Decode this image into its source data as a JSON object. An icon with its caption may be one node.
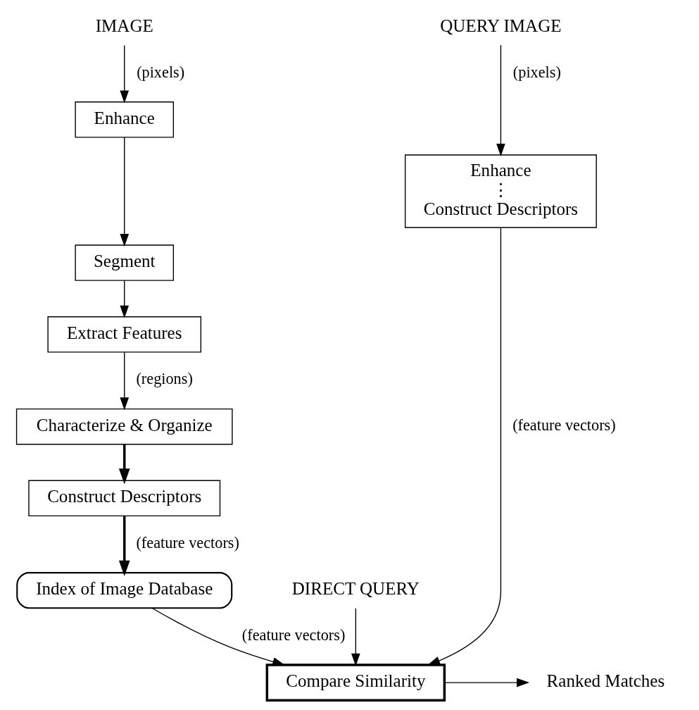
{
  "diagram": {
    "nodes": [
      {
        "text": [
          "IMAGE"
        ]
      },
      {
        "text": [
          "Enhance"
        ]
      },
      {
        "text": [
          "Segment"
        ]
      },
      {
        "text": [
          "Extract Features"
        ]
      },
      {
        "text": [
          "Characterize & Organize"
        ]
      },
      {
        "text": [
          "Construct Descriptors"
        ]
      },
      {
        "text": [
          "QUERY IMAGE"
        ]
      },
      {
        "text": [
          "DIRECT QUERY"
        ]
      },
      {
        "text": [
          "Enhance",
          "⋮",
          "Construct Descriptors"
        ]
      },
      {
        "text": [
          "Compare Similarity"
        ]
      },
      {
        "text": [
          "Ranked Matches"
        ]
      },
      {
        "text": [
          "Index of Image Database"
        ]
      }
    ],
    "edges": [
      {
        "from": 0,
        "to": 1,
        "arrow": "to",
        "label": "(pixels)"
      },
      {
        "from": 1,
        "to": 2,
        "arrow": "to"
      },
      {
        "from": 2,
        "to": 3,
        "arrow": "to"
      },
      {
        "from": 3,
        "to": 4,
        "arrow": "to",
        "label": "(regions)"
      },
      {
        "from": 4,
        "to": 5,
        "arrow": "to",
        "style": "thick"
      },
      {
        "from": 5,
        "to": 11,
        "arrow": "to",
        "label": "(feature vectors)",
        "style": "thick"
      },
      {
        "from": 6,
        "to": 8,
        "arrow": "to",
        "label": "(pixels)"
      },
      {
        "from": 8,
        "to": 9,
        "arrow": "to",
        "label": "(feature vectors)"
      },
      {
        "from": 7,
        "to": 9,
        "arrow": "to"
      },
      {
        "from": 9,
        "to": 10,
        "arrow": "to"
      },
      {
        "from": 11,
        "to": 9,
        "arrow": "to",
        "label": "(feature vectors)"
      }
    ]
  }
}
